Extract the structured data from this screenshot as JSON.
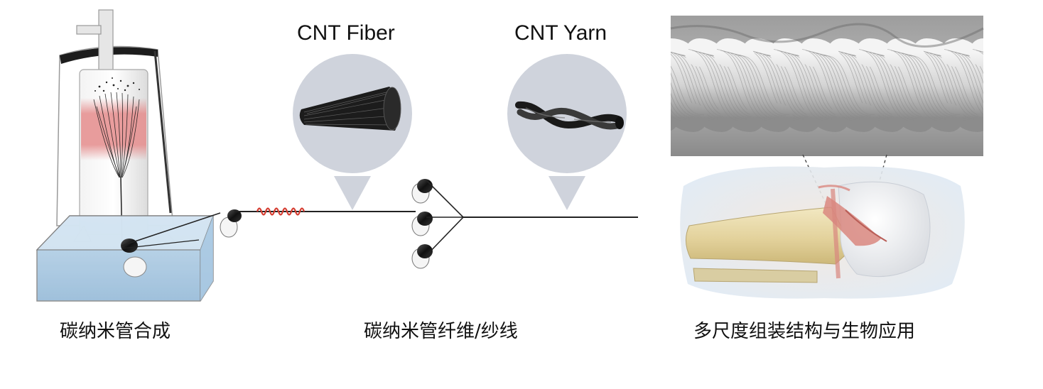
{
  "labels": {
    "fiber_title": "CNT Fiber",
    "yarn_title": "CNT Yarn",
    "caption_synthesis": "碳纳米管合成",
    "caption_fiber_yarn": "碳纳米管纤维/纱线",
    "caption_applications": "多尺度组装结构与生物应用"
  },
  "icons": {
    "reactor": "cvd-furnace-icon",
    "bath": "water-bath-icon",
    "spring": "spring-coil-icon",
    "rollers": "roller-icon",
    "fiber": "cnt-fiber-bundle-icon",
    "yarn": "twisted-yarn-icon",
    "rope": "sem-rope-image",
    "knee": "knee-joint-illustration"
  },
  "colors": {
    "bubble": "#cfd3dc",
    "fiber_dark": "#1c1c1c",
    "water": "#9fc3e0",
    "hot_zone": "#e58c8c",
    "spring": "#d43b2f",
    "bone": "#e9dcae",
    "cartilage": "#f1f2f4",
    "ligament": "#d9877f"
  }
}
